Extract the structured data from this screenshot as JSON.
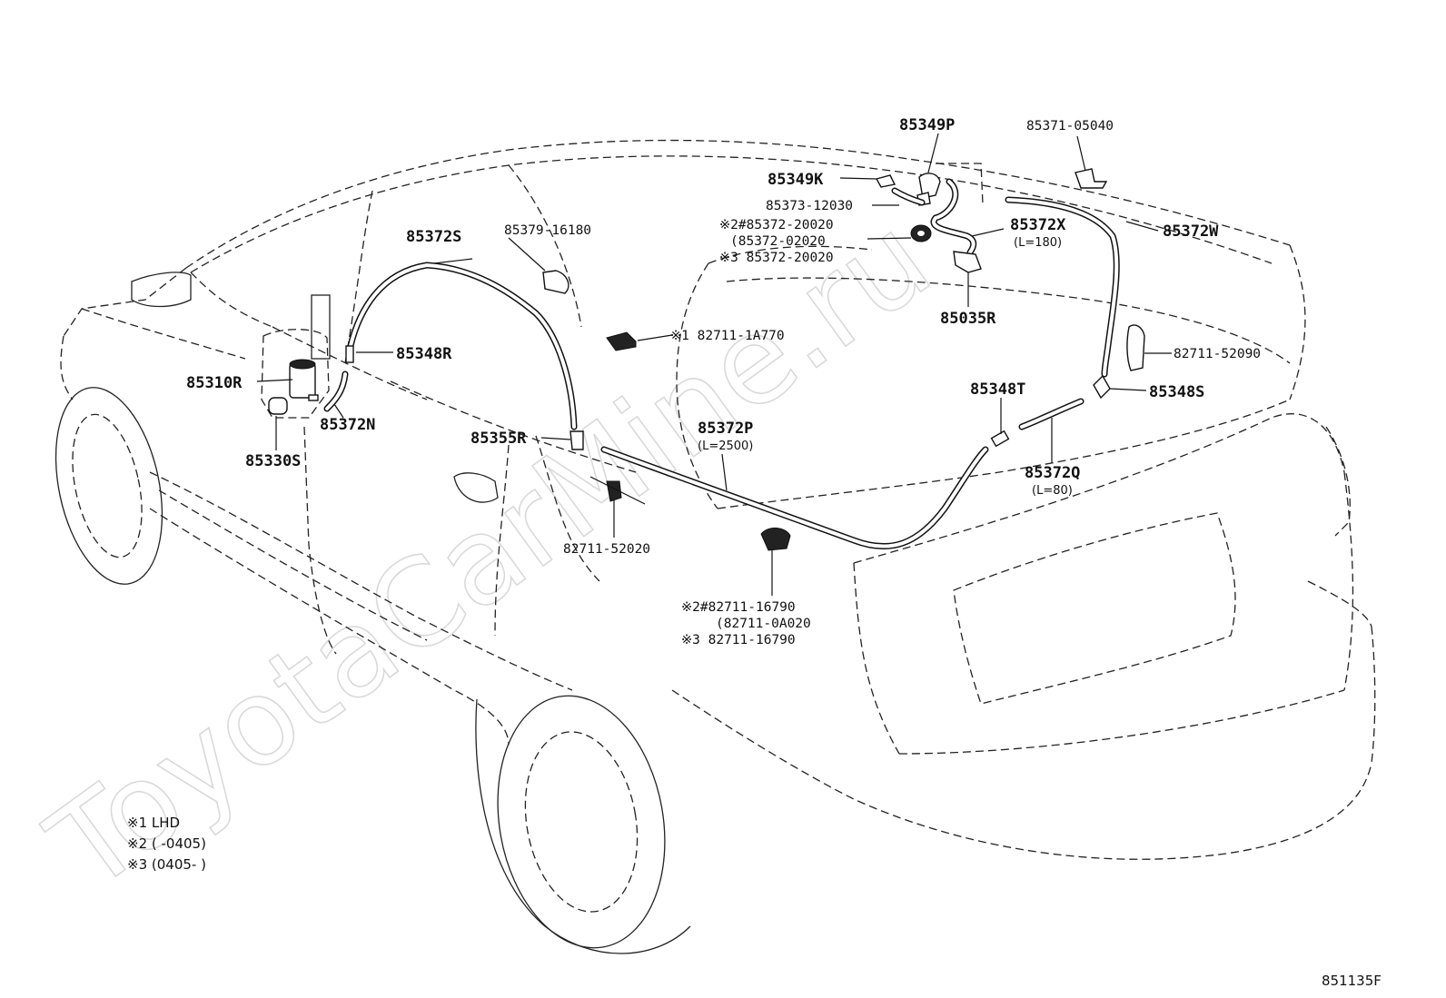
{
  "labels": {
    "p85349P": "85349P",
    "p85371_05040": "85371-05040",
    "p85349K": "85349K",
    "p85373_12030": "85373-12030",
    "p85372_20020_a": "※2#85372-20020",
    "p85372_02020": "(85372-02020",
    "p85372_20020_b": "※3  85372-20020",
    "p85372X": "85372X",
    "p85372X_len": "(L=180)",
    "p85372W": "85372W",
    "p85379_16180": "85379-16180",
    "p85372S": "85372S",
    "p85035R": "85035R",
    "p82711_1A770": "※1 82711-1A770",
    "p82711_52090": "82711-52090",
    "p85348R": "85348R",
    "p85310R": "85310R",
    "p85348T": "85348T",
    "p85348S": "85348S",
    "p85372N": "85372N",
    "p85330S": "85330S",
    "p85355R": "85355R",
    "p85372P": "85372P",
    "p85372P_len": "(L=2500)",
    "p85372Q": "85372Q",
    "p85372Q_len": "(L=80)",
    "p82711_52020": "82711-52020",
    "p82711_16790_a": "※2#82711-16790",
    "p82711_0A020": "(82711-0A020",
    "p82711_16790_b": "※3  82711-16790"
  },
  "legend": {
    "l1": "※1  LHD",
    "l2": "※2 (         -0405)",
    "l3": "※3 (0405-         )"
  },
  "diagram_code": "851135F",
  "watermark": "ToyotaCarMine.ru"
}
